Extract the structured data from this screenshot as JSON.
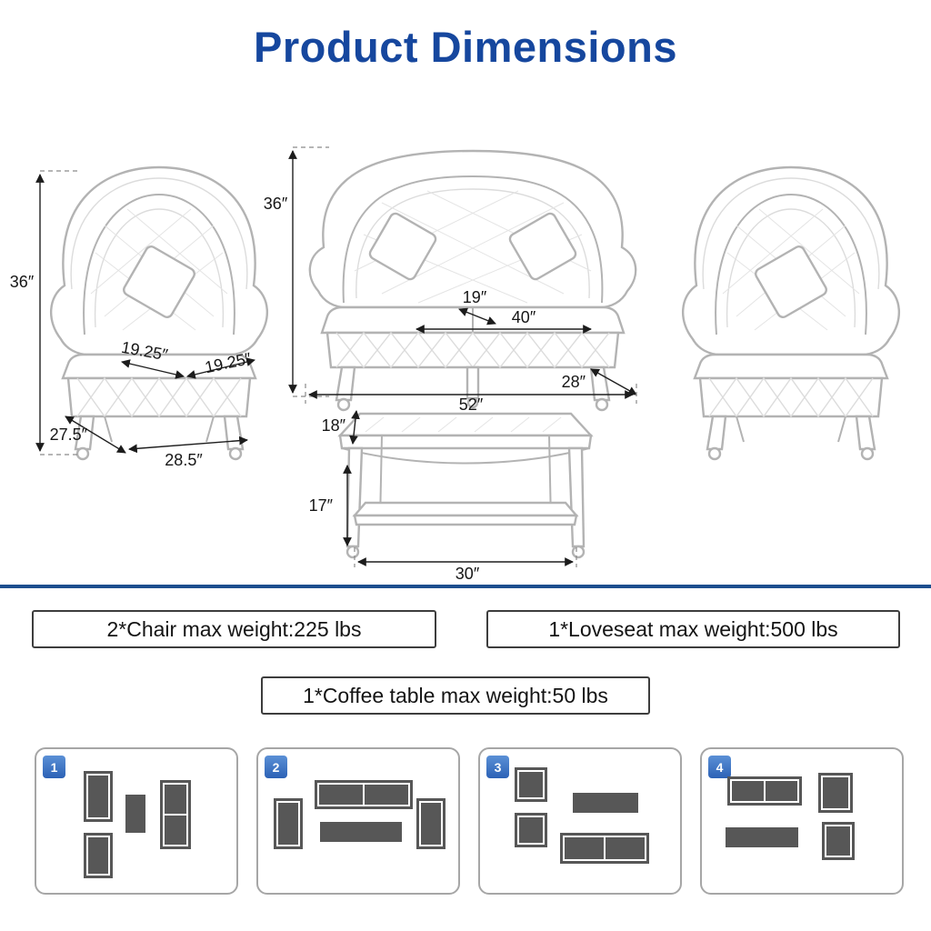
{
  "page": {
    "title": "Product Dimensions"
  },
  "colors": {
    "title_blue": "#16479e",
    "divider_blue": "#1c4e8e",
    "badge_blue": "#2c62b6",
    "illustration_line_gray": "#b3b3b3",
    "topview_piece_gray": "#575757"
  },
  "dimensions": {
    "chair": {
      "height": "36″",
      "seat_width": "19.25″",
      "seat_depth": "19.25″",
      "base_depth": "27.5″",
      "base_width": "28.5″"
    },
    "loveseat": {
      "height": "36″",
      "seat_depth": "19″",
      "seat_width": "40″",
      "depth": "28″",
      "width": "52″"
    },
    "coffee_table": {
      "top_height": "18″",
      "leg_height": "17″",
      "width": "30″"
    }
  },
  "weight_notes": {
    "chair": "2*Chair max weight:225 lbs",
    "loveseat": "1*Loveseat max weight:500 lbs",
    "coffee_table": "1*Coffee table max weight:50 lbs"
  },
  "layout_options": [
    {
      "number": "1"
    },
    {
      "number": "2"
    },
    {
      "number": "3"
    },
    {
      "number": "4"
    }
  ]
}
